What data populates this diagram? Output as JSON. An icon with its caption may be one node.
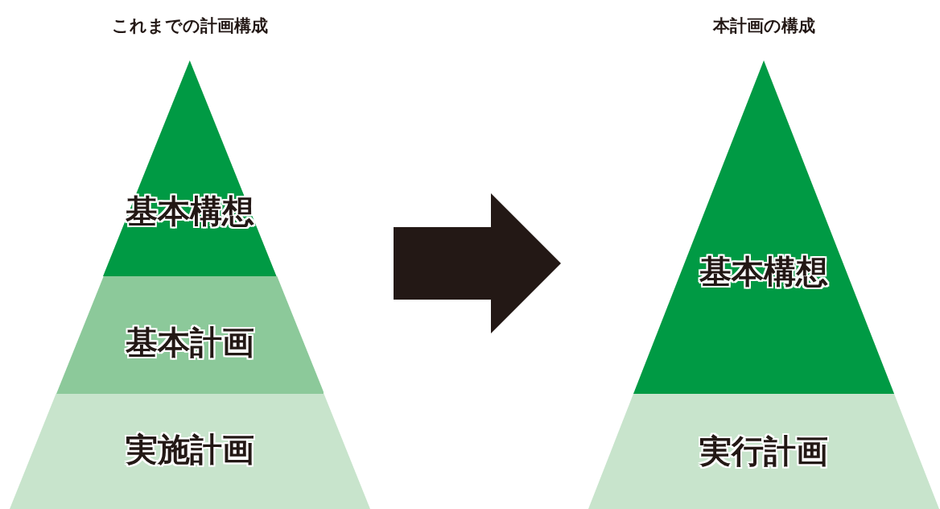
{
  "diagram": {
    "nodes": [
      {
        "text": [
          "これまでの計画構成"
        ]
      },
      {
        "text": [
          "基本構想"
        ],
        "in": 0
      },
      {
        "text": [
          "基本計画"
        ],
        "in": 0
      },
      {
        "text": [
          "実施計画"
        ],
        "in": 0
      },
      {
        "text": [
          "本計画の構成"
        ]
      },
      {
        "text": [
          "基本構想"
        ],
        "in": 4
      },
      {
        "text": [
          "実行計画"
        ],
        "in": 4
      }
    ],
    "edges": [
      {
        "from": 0,
        "to": 4,
        "arrow": "to",
        "style": "thick",
        "color": "#231815"
      }
    ]
  }
}
